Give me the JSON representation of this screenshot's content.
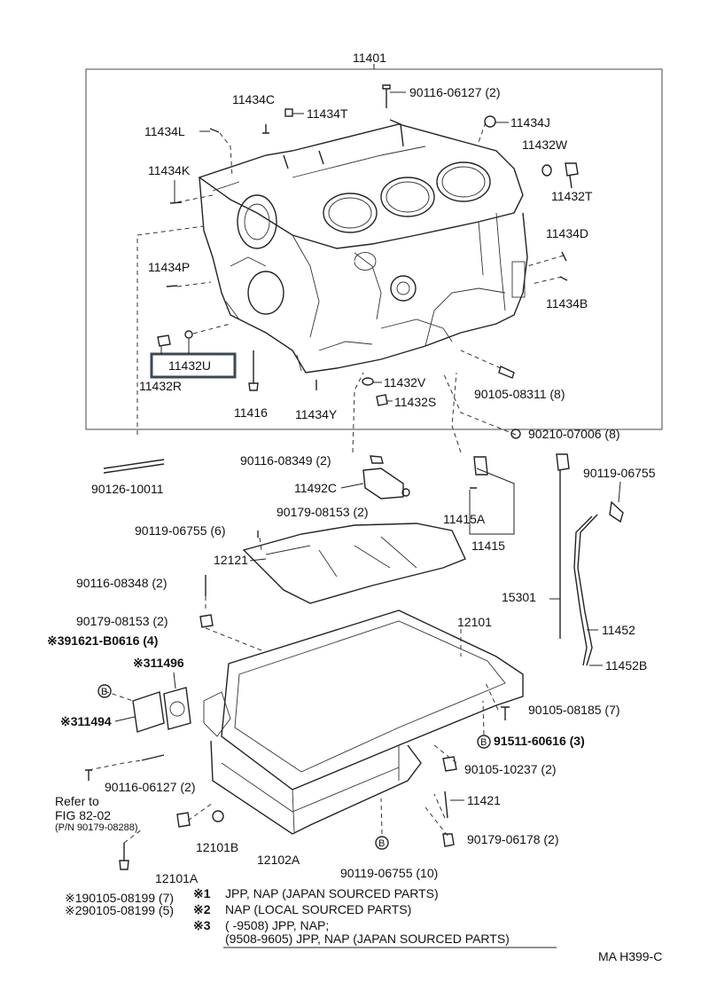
{
  "labels": {
    "l11401": "11401",
    "l11434C": "11434C",
    "l90116_06127_2_top": "90116-06127 (2)",
    "l11434T": "11434T",
    "l11434L": "11434L",
    "l11434J": "11434J",
    "l11432W": "11432W",
    "l11434K": "11434K",
    "l11432T": "11432T",
    "l11434D": "11434D",
    "l11434P": "11434P",
    "l11434B": "11434B",
    "l11432U": "11432U",
    "l11432R": "11432R",
    "l11432V": "11432V",
    "l90105_08311_8": "90105-08311 (8)",
    "l11416": "11416",
    "l11434Y": "11434Y",
    "l11432S": "11432S",
    "l90210_07006_8": "90210-07006 (8)",
    "l90116_08349_2": "90116-08349 (2)",
    "l11492C": "11492C",
    "l90126_10011": "90126-10011",
    "l90179_08153_2_a": "90179-08153 (2)",
    "l11415A": "11415A",
    "l11415": "11415",
    "l90119_06755_top": "90119-06755",
    "l90119_06755_6": "90119-06755 (6)",
    "l12121": "12121",
    "l90116_08348_2": "90116-08348 (2)",
    "l15301": "15301",
    "l90179_08153_2_b": "90179-08153 (2)",
    "l12101": "12101",
    "l11452": "11452",
    "l91621_B0616_4": "※391621-B0616 (4)",
    "l11496": "※311496",
    "l11452B": "11452B",
    "l11494": "※311494",
    "l90105_08185_7": "90105-08185 (7)",
    "l91511_60616_3": "91511-60616 (3)",
    "l90105_10237_2": "90105-10237 (2)",
    "l90116_06127_2_bot": "90116-06127 (2)",
    "l11421": "11421",
    "l90179_06178_2": "90179-06178 (2)",
    "l12101B": "12101B",
    "l12102A": "12102A",
    "l12101A": "12101A",
    "l90119_06755_10": "90119-06755 (10)",
    "l_refer_to": "Refer to",
    "l_fig": "FIG 82-02",
    "l_pn": "(P/N 90179-08288)",
    "l_note1_part": "※190105-08199 (7)",
    "l_note2_part": "※290105-08199 (5)",
    "badge_b": "B"
  },
  "legend": {
    "n1_mark": "※1",
    "n1_text": "JPP, NAP (JAPAN SOURCED PARTS)",
    "n2_mark": "※2",
    "n2_text": "NAP (LOCAL SOURCED PARTS)",
    "n3_mark": "※3",
    "n3_text": "(      -9508) JPP, NAP;",
    "n3_text2": "(9508-9605) JPP, NAP (JAPAN SOURCED PARTS)"
  },
  "footer_code": "MA  H399-C",
  "highlight_part": "11432U"
}
